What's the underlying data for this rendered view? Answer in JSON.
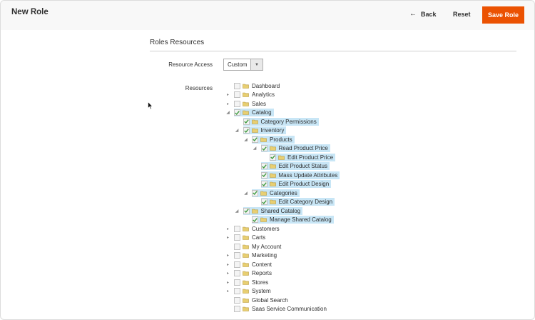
{
  "header": {
    "title": "New Role",
    "back_label": "Back",
    "reset_label": "Reset",
    "save_label": "Save Role"
  },
  "section": {
    "title": "Roles Resources"
  },
  "resource_access": {
    "label": "Resource Access",
    "value": "Custom"
  },
  "resources": {
    "label": "Resources"
  },
  "colors": {
    "accent": "#eb5202",
    "selected_bg": "#c8e6f6",
    "check_green": "#3f9b3f"
  },
  "tree": [
    {
      "label": "Dashboard",
      "depth": 0,
      "toggle": "none",
      "checked": false
    },
    {
      "label": "Analytics",
      "depth": 0,
      "toggle": "collapsed",
      "checked": false
    },
    {
      "label": "Sales",
      "depth": 0,
      "toggle": "collapsed",
      "checked": false
    },
    {
      "label": "Catalog",
      "depth": 0,
      "toggle": "expanded",
      "checked": true
    },
    {
      "label": "Category Permissions",
      "depth": 1,
      "toggle": "none",
      "checked": true
    },
    {
      "label": "Inventory",
      "depth": 1,
      "toggle": "expanded",
      "checked": true
    },
    {
      "label": "Products",
      "depth": 2,
      "toggle": "expanded",
      "checked": true
    },
    {
      "label": "Read Product Price",
      "depth": 3,
      "toggle": "expanded",
      "checked": true
    },
    {
      "label": "Edit Product Price",
      "depth": 4,
      "toggle": "none",
      "checked": true
    },
    {
      "label": "Edit Product Status",
      "depth": 3,
      "toggle": "none",
      "checked": true
    },
    {
      "label": "Mass Update Attributes",
      "depth": 3,
      "toggle": "none",
      "checked": true
    },
    {
      "label": "Edit Product Design",
      "depth": 3,
      "toggle": "none",
      "checked": true
    },
    {
      "label": "Categories",
      "depth": 2,
      "toggle": "expanded",
      "checked": true
    },
    {
      "label": "Edit Category Design",
      "depth": 3,
      "toggle": "none",
      "checked": true
    },
    {
      "label": "Shared Catalog",
      "depth": 1,
      "toggle": "expanded",
      "checked": true
    },
    {
      "label": "Manage Shared Catalog",
      "depth": 2,
      "toggle": "none",
      "checked": true
    },
    {
      "label": "Customers",
      "depth": 0,
      "toggle": "collapsed",
      "checked": false
    },
    {
      "label": "Carts",
      "depth": 0,
      "toggle": "collapsed",
      "checked": false
    },
    {
      "label": "My Account",
      "depth": 0,
      "toggle": "none",
      "checked": false
    },
    {
      "label": "Marketing",
      "depth": 0,
      "toggle": "collapsed",
      "checked": false
    },
    {
      "label": "Content",
      "depth": 0,
      "toggle": "collapsed",
      "checked": false
    },
    {
      "label": "Reports",
      "depth": 0,
      "toggle": "collapsed",
      "checked": false
    },
    {
      "label": "Stores",
      "depth": 0,
      "toggle": "collapsed",
      "checked": false
    },
    {
      "label": "System",
      "depth": 0,
      "toggle": "collapsed",
      "checked": false
    },
    {
      "label": "Global Search",
      "depth": 0,
      "toggle": "none",
      "checked": false
    },
    {
      "label": "Saas Service Communication",
      "depth": 0,
      "toggle": "none",
      "checked": false
    }
  ]
}
